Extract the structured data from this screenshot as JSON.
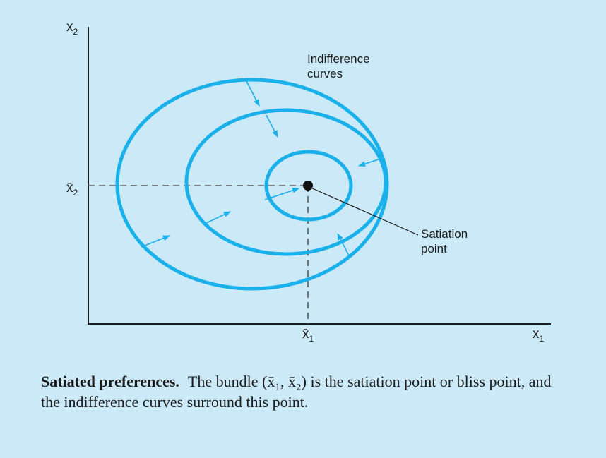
{
  "colors": {
    "background": "#cbe9f7",
    "curve": "#1ab0ea",
    "axis": "#1b1b1b",
    "dashed": "#5a5a5a",
    "point": "#111111"
  },
  "axes": {
    "x_label": "x",
    "x_sub": "1",
    "y_label": "x",
    "y_sub": "2",
    "xbar_label": "x̄",
    "xbar_sub": "1",
    "ybar_label": "x̄",
    "ybar_sub": "2"
  },
  "annotations": {
    "curves_line1": "Indifference",
    "curves_line2": "curves",
    "satiation_line1": "Satiation",
    "satiation_line2": "point"
  },
  "caption": {
    "title": "Satiated preferences.",
    "text": "The bundle (x̄₁, x̄₂) is the satiation point or bliss point, and the indifference curves surround this point."
  }
}
